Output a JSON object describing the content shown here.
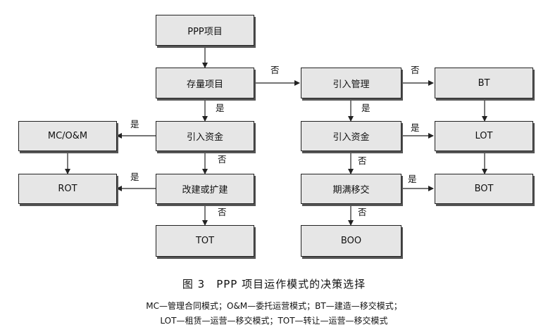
{
  "nodes": {
    "ppp": "PPP项目",
    "existing": "存量项目",
    "intro_capital_left": "引入资金",
    "renovate": "改建或扩建",
    "tot": "TOT",
    "mc_om": "MC/O&M",
    "rot": "ROT",
    "intro_mgmt": "引入管理",
    "intro_capital_right": "引入资金",
    "expiry_transfer": "期满移交",
    "boo": "BOO",
    "bt": "BT",
    "lot": "LOT",
    "bot": "BOT"
  },
  "edge_labels": {
    "existing_to_mgmt": "否",
    "mgmt_to_bt": "否",
    "existing_to_capital": "是",
    "capital_to_mc": "是",
    "mgmt_to_capital": "是",
    "capital_left_to_renovate": "否",
    "capital_right_to_lot": "是",
    "renovate_to_rot": "是",
    "capital_right_to_expiry": "否",
    "expiry_to_bot": "是",
    "renovate_to_tot": "否",
    "expiry_to_boo": "否"
  },
  "caption": {
    "title": "图 3　PPP 项目运作模式的决策选择",
    "note_line1": "MC—管理合同模式；O&M—委托运营模式；BT—建造—移交模式；",
    "note_line2": "LOT—租赁—运营—移交模式；TOT—转让—运营—移交模式"
  }
}
